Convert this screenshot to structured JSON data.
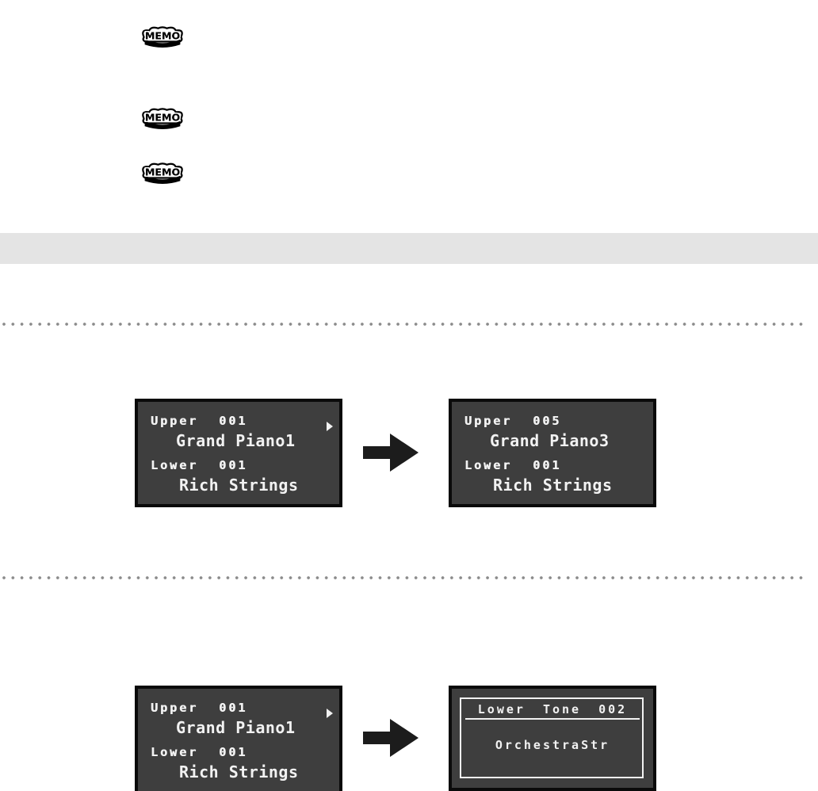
{
  "colors": {
    "lcd_background": "#3e3e3e",
    "lcd_border": "#0a0a0a",
    "lcd_text": "#f2f2f2",
    "section_bar": "#e4e4e4",
    "divider_dots": "#8b8b8b",
    "arrow": "#1c1c1c"
  },
  "icons": {
    "memo": "memo-book-icon",
    "transition_arrow": "right-arrow-icon",
    "lcd_cursor": "right-triangle-icon"
  },
  "memo": {
    "label": "MEMO"
  },
  "examples": [
    {
      "before": {
        "upper_label": "Upper 001",
        "upper_tone": "Grand Piano1",
        "lower_label": "Lower 001",
        "lower_tone": "Rich Strings"
      },
      "after": {
        "upper_label": "Upper 005",
        "upper_tone": "Grand Piano3",
        "lower_label": "Lower 001",
        "lower_tone": "Rich Strings"
      }
    },
    {
      "before": {
        "upper_label": "Upper 001",
        "upper_tone": "Grand Piano1",
        "lower_label": "Lower 001",
        "lower_tone": "Rich Strings"
      },
      "after": {
        "title": "Lower Tone 002",
        "tone": "OrchestraStr"
      }
    }
  ]
}
